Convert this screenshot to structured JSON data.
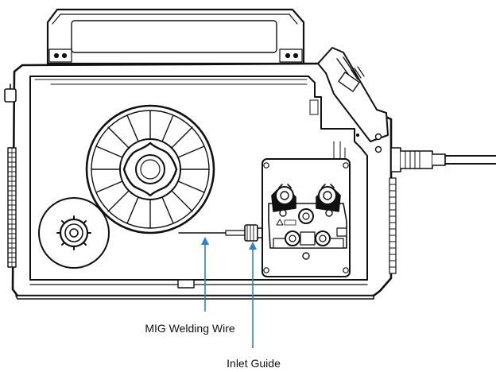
{
  "colors": {
    "line": "#111111",
    "fill": "#ffffff",
    "callout": "#2a84c6"
  },
  "callouts": [
    {
      "id": "wire",
      "label": "MIG Welding Wire"
    },
    {
      "id": "inlet",
      "label": "Inlet Guide"
    }
  ]
}
